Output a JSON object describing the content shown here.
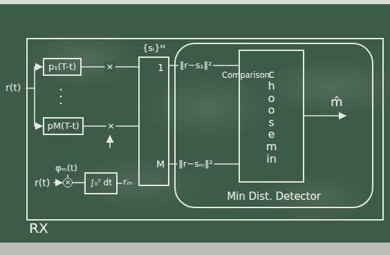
{
  "diagram": {
    "nodes": [
      {
        "text": [
          "RX"
        ]
      },
      {
        "text": [
          "p₁(T-t)"
        ],
        "in": 0
      },
      {
        "text": [
          "pM(T-t)"
        ],
        "in": 0
      },
      {
        "text": [
          "{sᵢ}ᴹ",
          "1",
          "M"
        ],
        "in": 0
      },
      {
        "text": [
          "Min Dist. Detector"
        ],
        "in": 0
      },
      {
        "text": [
          "choose min"
        ],
        "in": 4
      },
      {
        "text": [
          "×"
        ],
        "in": 0
      },
      {
        "text": [
          "∫₀ᵀ dt"
        ],
        "in": 0
      }
    ],
    "edges": [
      {
        "from": 1,
        "to": 3,
        "arrow": "none",
        "label": "×"
      },
      {
        "from": 2,
        "to": 3,
        "arrow": "none",
        "label": "×"
      },
      {
        "from": 3,
        "to": 5,
        "arrow": "none",
        "label": "‖r−s₁‖²"
      },
      {
        "from": 3,
        "to": 5,
        "arrow": "none",
        "label": "‖r−sₘ‖²"
      },
      {
        "from": 6,
        "to": 7,
        "arrow": "none"
      }
    ],
    "labels": [
      "r(t)",
      "r(t)",
      "φₘ(t)",
      "rₘ",
      "Comparison",
      "m̂"
    ]
  }
}
